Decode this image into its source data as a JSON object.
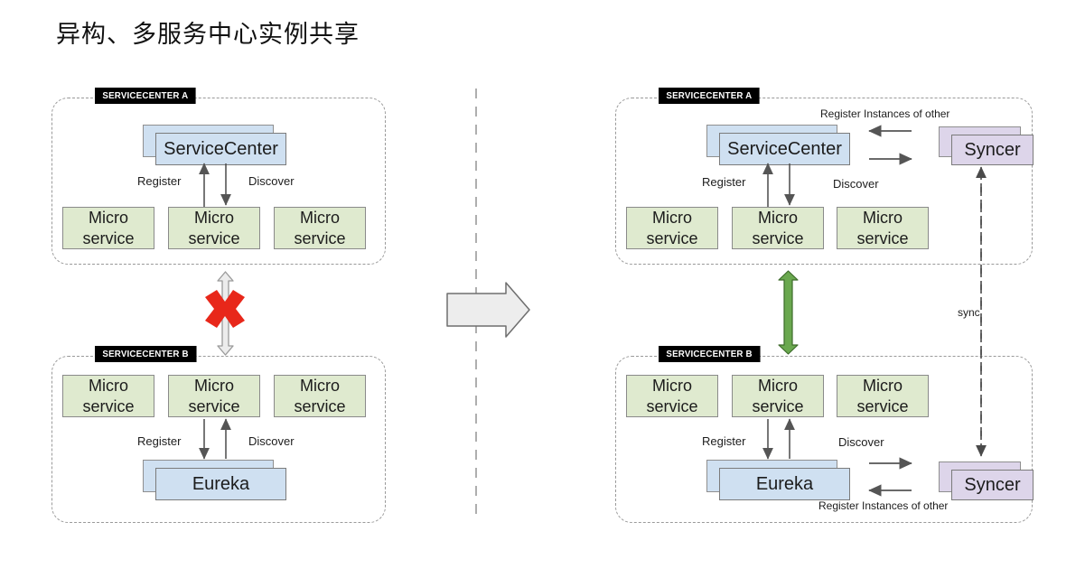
{
  "title": "异构、多服务中心实例共享",
  "left_side": {
    "panel_a": {
      "badge": "SERVICECENTER A",
      "registry": "ServiceCenter",
      "register_label": "Register",
      "discover_label": "Discover",
      "microservices": [
        "Micro service",
        "Micro service",
        "Micro service"
      ]
    },
    "panel_b": {
      "badge": "SERVICECENTER B",
      "registry": "Eureka",
      "register_label": "Register",
      "discover_label": "Discover",
      "microservices": [
        "Micro service",
        "Micro service",
        "Micro service"
      ]
    },
    "between": {
      "connector": "blocked-double-arrow",
      "blocked_marker": "red-x"
    }
  },
  "transition": {
    "arrow": "right-block-arrow",
    "divider": "vertical-dashed-line"
  },
  "right_side": {
    "panel_a": {
      "badge": "SERVICECENTER A",
      "registry": "ServiceCenter",
      "register_label": "Register",
      "discover_label": "Discover",
      "microservices": [
        "Micro service",
        "Micro service",
        "Micro service"
      ],
      "syncer": "Syncer",
      "syncer_link_label": "Register Instances of other"
    },
    "panel_b": {
      "badge": "SERVICECENTER B",
      "registry": "Eureka",
      "register_label": "Register",
      "discover_label": "Discover",
      "microservices": [
        "Micro service",
        "Micro service",
        "Micro service"
      ],
      "syncer": "Syncer",
      "syncer_link_label": "Register Instances of other"
    },
    "between": {
      "connector": "green-double-arrow",
      "sync_label": "sync"
    }
  },
  "microservice_line1": "Micro",
  "microservice_line2": "service",
  "colors": {
    "registry_fill": "#cfe0f1",
    "syncer_fill": "#ddd5ea",
    "microservice_fill": "#dfeacf",
    "badge_bg": "#000000",
    "blocked_marker": "#e8271a",
    "green_connector": "#6aa84f",
    "panel_border": "#9a9a9a",
    "arrow_stroke": "#555555"
  }
}
